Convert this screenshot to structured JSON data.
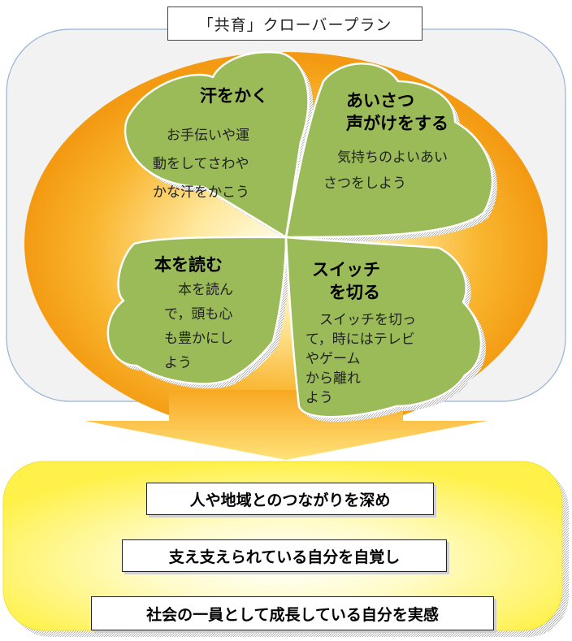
{
  "title": "「共育」クローバープラン",
  "leaves": [
    {
      "title": "汗をかく",
      "text": "　お手伝いや運\n動をしてさわや\nかな汗をかこう"
    },
    {
      "title": "あいさつ\n声がけをする",
      "text": "　気持ちのよいあい\nさつをしよう"
    },
    {
      "title": "本を読む",
      "text": "　本を読ん\nで，頭も心\nも豊かにし\nよう"
    },
    {
      "title": "スイッチ\n　を切る",
      "text": "　スイッチを切っ\nて，時にはテレビ\nやゲーム\nから離れ\nよう"
    }
  ],
  "outcomes": [
    "人や地域とのつながりを深め",
    "支え支えられている自分を自覚し",
    "社会の一員として成長している自分を実感"
  ],
  "colors": {
    "leaf_fill": "#9BBB59",
    "orange": "#F7A51C",
    "yellow_panel": "#FFF36A",
    "panel_bg": "#F2F2F2"
  }
}
